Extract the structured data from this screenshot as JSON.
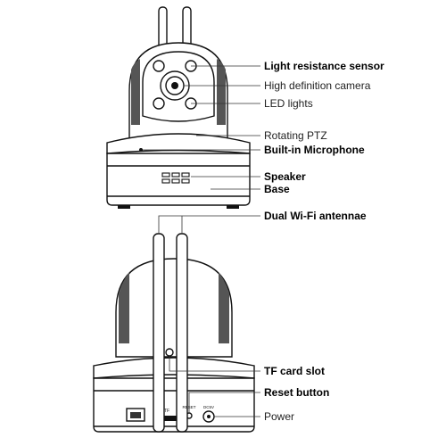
{
  "front_labels": [
    {
      "id": "light-resistance-sensor",
      "text": "Light resistance sensor"
    },
    {
      "id": "hd-camera",
      "text": "High definition camera"
    },
    {
      "id": "led-lights",
      "text": "LED lights"
    },
    {
      "id": "rotating-ptz",
      "text": "Rotating PTZ"
    },
    {
      "id": "built-in-microphone",
      "text": "Built-in Microphone"
    },
    {
      "id": "speaker",
      "text": "Speaker"
    },
    {
      "id": "base",
      "text": "Base"
    }
  ],
  "back_labels": [
    {
      "id": "dual-wifi-antennae",
      "text": "Dual Wi-Fi antennae"
    },
    {
      "id": "tf-card-slot",
      "text": "TF card slot"
    },
    {
      "id": "reset-button",
      "text": "Reset button"
    },
    {
      "id": "power",
      "text": "Power"
    }
  ],
  "port_labels": {
    "tf": "TF",
    "reset": "RESET",
    "power": "DC5V"
  }
}
